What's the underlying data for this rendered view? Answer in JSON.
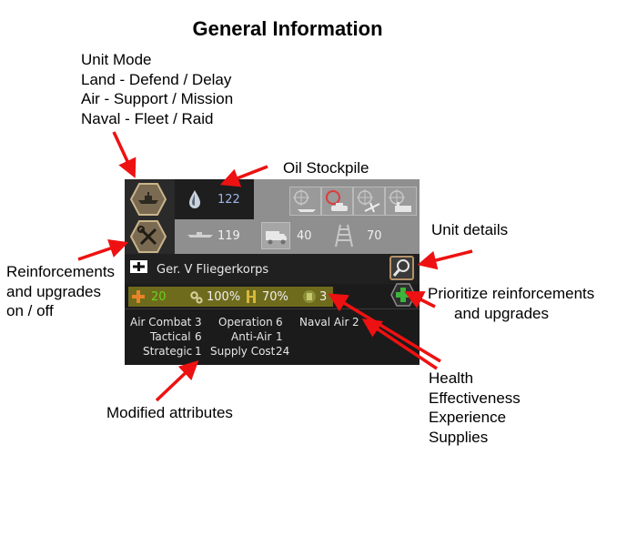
{
  "title": "General Information",
  "annotations": {
    "unit_mode": [
      "Unit Mode",
      "Land - Defend / Delay",
      "Air - Support / Mission",
      "Naval - Fleet / Raid"
    ],
    "oil_stockpile": "Oil Stockpile",
    "unit_details": "Unit details",
    "reinforcements": [
      "Reinforcements",
      "and upgrades",
      "on / off"
    ],
    "prioritize": [
      "Prioritize reinforcements",
      "and upgrades"
    ],
    "stats": [
      "Health",
      "Effectiveness",
      "Experience",
      "Supplies"
    ],
    "modified_attributes": "Modified attributes"
  },
  "panel": {
    "oil": "122",
    "naval_transport": "119",
    "truck": "40",
    "rail": "70",
    "unit_name": "Ger. V Fliegerkorps",
    "health": "20",
    "effectiveness": "100%",
    "experience": "70%",
    "supplies": "3",
    "attributes": [
      {
        "label": "Air Combat",
        "value": "3"
      },
      {
        "label": "Tactical",
        "value": "6"
      },
      {
        "label": "Strategic",
        "value": "1"
      },
      {
        "label": "Operation",
        "value": "6"
      },
      {
        "label": "Anti-Air",
        "value": "1"
      },
      {
        "label": "Supply Cost",
        "value": "24"
      },
      {
        "label": "Naval Air",
        "value": "2"
      }
    ]
  },
  "colors": {
    "panel_bg": "#1b1b1b",
    "grey_area": "#8f8f8f",
    "olive_bar": "#6f6b1c",
    "green_text": "#66d41d",
    "arrow_red": "#ee1111"
  },
  "icons": [
    "ship-hex-icon",
    "tools-hex-icon",
    "oil-drop-icon",
    "ship-icon",
    "truck-icon",
    "rail-icon",
    "target-ship-icon",
    "target-tank-icon",
    "target-plane-icon",
    "target-building-icon",
    "magnifier-icon",
    "plus-icon",
    "health-cross-icon",
    "gears-icon",
    "medal-icon",
    "supply-icon",
    "flag-icon"
  ]
}
